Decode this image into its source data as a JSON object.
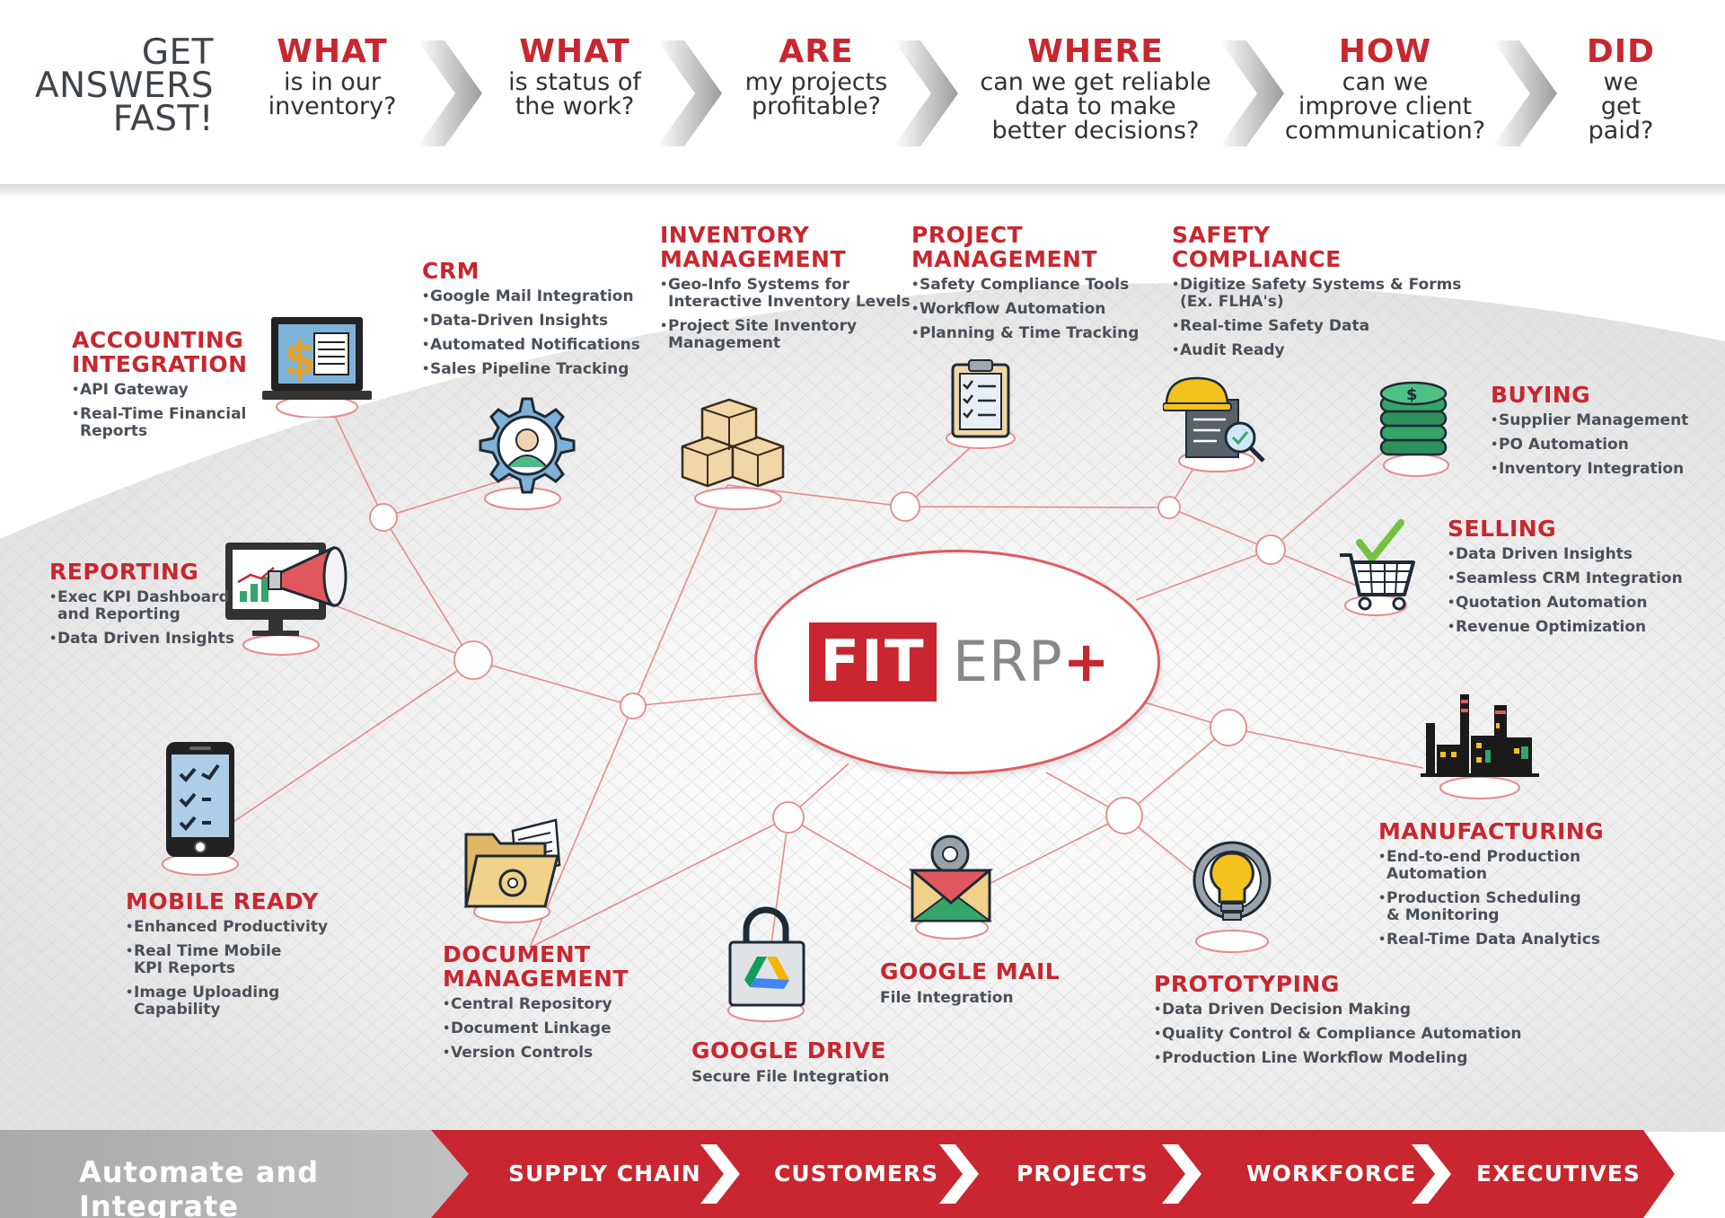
{
  "header": {
    "hero": [
      "GET",
      "ANSWERS",
      "FAST!"
    ],
    "questions": [
      {
        "keyword": "WHAT",
        "text": [
          "is in our",
          "inventory?"
        ]
      },
      {
        "keyword": "WHAT",
        "text": [
          "is status of",
          "the work?"
        ]
      },
      {
        "keyword": "ARE",
        "text": [
          "my projects",
          "profitable?"
        ]
      },
      {
        "keyword": "WHERE",
        "text": [
          "can we get reliable",
          "data to make",
          "better decisions?"
        ]
      },
      {
        "keyword": "HOW",
        "text": [
          "can we",
          "improve client",
          "communication?"
        ]
      },
      {
        "keyword": "DID",
        "text": [
          "we",
          "get",
          "paid?"
        ]
      }
    ]
  },
  "logo": {
    "fit": "FIT",
    "erp": "ERP",
    "plus": "+"
  },
  "modules": {
    "accounting": {
      "title": [
        "ACCOUNTING",
        "INTEGRATION"
      ],
      "items": [
        "API Gateway",
        "Real-Time Financial\nReports"
      ]
    },
    "crm": {
      "title": [
        "CRM"
      ],
      "items": [
        "Google Mail Integration",
        "Data-Driven Insights",
        "Automated Notifications",
        "Sales Pipeline Tracking"
      ]
    },
    "inventory": {
      "title": [
        "INVENTORY",
        "MANAGEMENT"
      ],
      "items": [
        "Geo-Info Systems for\nInteractive Inventory Levels",
        "Project Site Inventory\nManagement"
      ]
    },
    "project": {
      "title": [
        "PROJECT",
        "MANAGEMENT"
      ],
      "items": [
        "Safety Compliance Tools",
        "Workflow Automation",
        "Planning & Time Tracking"
      ]
    },
    "safety": {
      "title": [
        "SAFETY",
        "COMPLIANCE"
      ],
      "items": [
        "Digitize Safety Systems & Forms\n(Ex. FLHA's)",
        "Real-time Safety Data",
        "Audit Ready"
      ]
    },
    "buying": {
      "title": [
        "BUYING"
      ],
      "items": [
        "Supplier Management",
        "PO Automation",
        "Inventory Integration"
      ]
    },
    "selling": {
      "title": [
        "SELLING"
      ],
      "items": [
        "Data Driven Insights",
        "Seamless CRM Integration",
        "Quotation Automation",
        "Revenue Optimization"
      ]
    },
    "reporting": {
      "title": [
        "REPORTING"
      ],
      "items": [
        "Exec KPI Dashboard\nand Reporting",
        "Data Driven Insights"
      ]
    },
    "mobile": {
      "title": [
        "MOBILE READY"
      ],
      "items": [
        "Enhanced Productivity",
        "Real Time Mobile\nKPI Reports",
        "Image Uploading\nCapability"
      ]
    },
    "document": {
      "title": [
        "DOCUMENT",
        "MANAGEMENT"
      ],
      "items": [
        "Central Repository",
        "Document Linkage",
        "Version Controls"
      ]
    },
    "gdrive": {
      "title": [
        "GOOGLE DRIVE"
      ],
      "sub": "Secure File Integration"
    },
    "gmail": {
      "title": [
        "GOOGLE MAIL"
      ],
      "sub": "File Integration"
    },
    "prototyping": {
      "title": [
        "PROTOTYPING"
      ],
      "items": [
        "Data Driven Decision Making",
        "Quality Control & Compliance Automation",
        "Production Line Workflow Modeling"
      ]
    },
    "manufacturing": {
      "title": [
        "MANUFACTURING"
      ],
      "items": [
        "End-to-end Production\nAutomation",
        "Production Scheduling\n& Monitoring",
        "Real-Time Data Analytics"
      ]
    }
  },
  "icons": [
    "laptop-dollar-icon",
    "gear-support-icon",
    "boxes-icon",
    "clipboard-checklist-icon",
    "hardhat-document-icon",
    "coin-stack-icon",
    "shopping-cart-check-icon",
    "megaphone-monitor-icon",
    "smartphone-checklist-icon",
    "folder-gear-icon",
    "google-drive-lock-icon",
    "mail-gear-icon",
    "lightbulb-gear-icon",
    "factory-icon"
  ],
  "footer": {
    "main": "Automate and Integrate",
    "items": [
      "SUPPLY CHAIN",
      "CUSTOMERS",
      "PROJECTS",
      "WORKFORCE",
      "EXECUTIVES"
    ]
  },
  "colors": {
    "accent": "#c9262f",
    "text": "#3a3f44",
    "line": "#e68a8d"
  }
}
